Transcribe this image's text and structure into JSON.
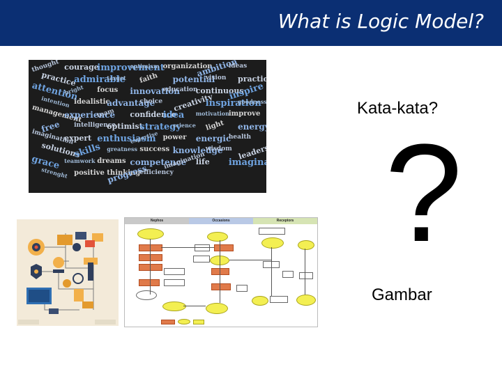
{
  "title": "What is Logic Model?",
  "labels": {
    "kata_kata": "Kata-kata?",
    "question_mark": "?",
    "gambar": "Gambar"
  },
  "wordcloud_words": [
    "thought",
    "courage",
    "improvement",
    "optimism",
    "organization",
    "ambition",
    "ideas",
    "practice",
    "admirable",
    "target",
    "faith",
    "potential",
    "vision",
    "practicing",
    "attention",
    "bright",
    "focus",
    "innovation",
    "education",
    "continuous",
    "inspire",
    "intention",
    "idealistic",
    "advantage",
    "choice",
    "creativity",
    "inspiration",
    "goodness",
    "management",
    "experience",
    "team",
    "confidence",
    "idea",
    "motivation",
    "improve",
    "free",
    "intelligence",
    "optimist",
    "strategy",
    "science",
    "light",
    "energy",
    "imagination",
    "expert",
    "enthusiasm",
    "expertise",
    "power",
    "energic",
    "health",
    "solutions",
    "skills",
    "greatness",
    "success",
    "knowledge",
    "wisdom",
    "leadership",
    "grace",
    "teamwork",
    "dreams",
    "competence",
    "imagination",
    "life",
    "imaginative",
    "strenght",
    "positive thinking",
    "progress",
    "efficiency"
  ],
  "flowchart": {
    "headers": [
      "Nephos",
      "Occasions",
      "Receptors"
    ]
  },
  "colors": {
    "title_bar": "#0b2f73",
    "title_text": "#ffffff",
    "wordcloud_bg": "#1c1c1c"
  }
}
